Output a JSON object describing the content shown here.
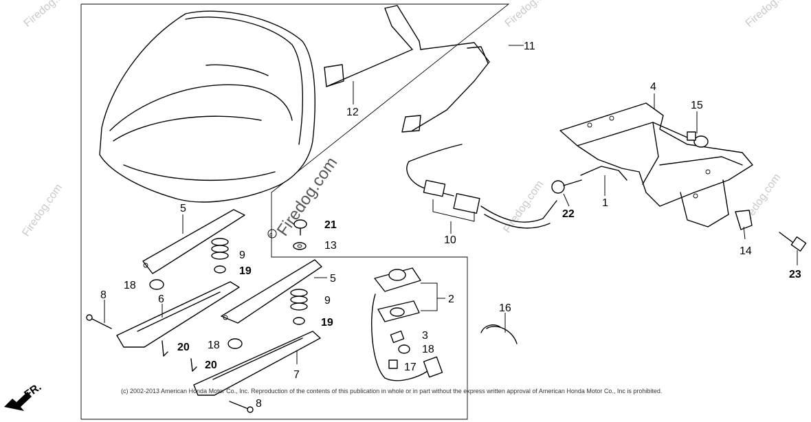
{
  "watermarks": {
    "main": "Firedog.com",
    "small": "Firedog.com"
  },
  "copyright": "(c) 2002-2013 American Honda Motor Co., Inc. Reproduction of the contents of this publication in whole or in part without the express written approval of American Honda Motor Co., Inc is prohibited.",
  "direction_label": "FR.",
  "callouts": {
    "p1": "1",
    "p2": "2",
    "p3": "3",
    "p4": "4",
    "p5a": "5",
    "p5b": "5",
    "p6": "6",
    "p7": "7",
    "p8a": "8",
    "p8b": "8",
    "p9a": "9",
    "p9b": "9",
    "p10": "10",
    "p11": "11",
    "p12": "12",
    "p13": "13",
    "p14": "14",
    "p15": "15",
    "p16": "16",
    "p17": "17",
    "p18a": "18",
    "p18b": "18",
    "p18c": "18",
    "p19a": "19",
    "p19b": "19",
    "p20a": "20",
    "p20b": "20",
    "p21": "21",
    "p22": "22",
    "p23": "23"
  }
}
